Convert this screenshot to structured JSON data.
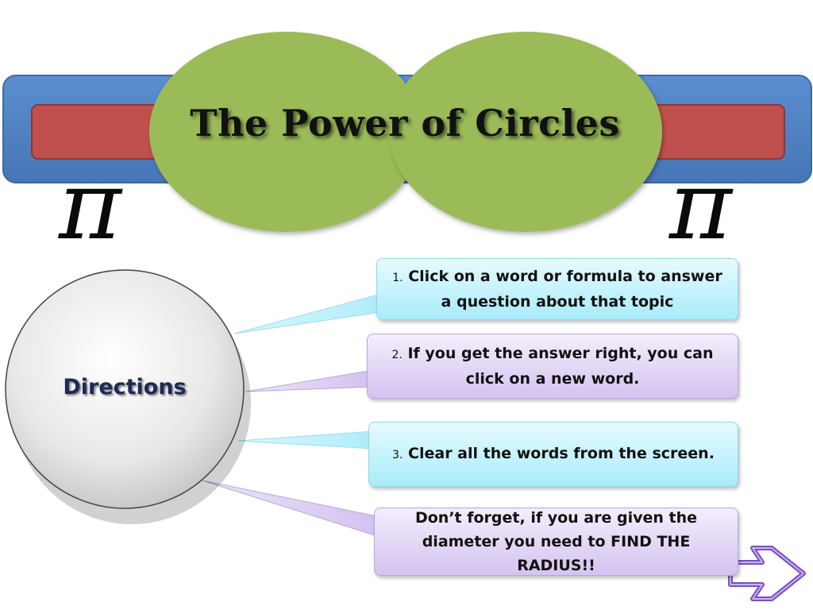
{
  "title": "The Power of Circles",
  "pi_symbol": "π",
  "directions_label": "Directions",
  "steps": [
    {
      "number": "1.",
      "text": "Click on a word or formula to answer a question about that topic"
    },
    {
      "number": "2.",
      "text": "If you get the answer right, you can click on a new word."
    },
    {
      "number": "3.",
      "text": "Clear all the words from the screen."
    },
    {
      "number": "",
      "text": "Don’t forget, if you are given the diameter you need to FIND THE RADIUS!!"
    }
  ],
  "colors": {
    "banner_blue": "#4f81bd",
    "banner_red": "#c0504d",
    "title_ellipse_green": "#9bbb59",
    "callout_blue": "#b7eef9",
    "callout_purple": "#d9ccf2",
    "arrow_purple": "#7030a0"
  },
  "icons": {
    "next_arrow": "right-arrow-icon"
  }
}
